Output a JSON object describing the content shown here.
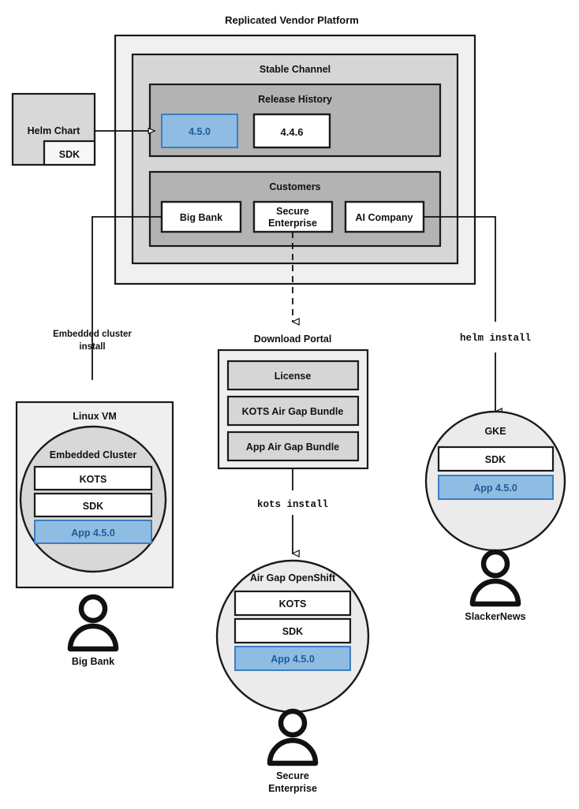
{
  "diagram": {
    "title": "Replicated Vendor Platform",
    "colors": {
      "outer_panel": "#f0f0f0",
      "channel_panel": "#d6d6d6",
      "section_panel": "#b3b3b3",
      "white_box": "#ffffff",
      "blue_fill": "#8fbce2",
      "blue_stroke": "#3b7ec0",
      "blue_text": "#1f5c96",
      "stroke": "#1a1a1a",
      "light_box": "#efefef",
      "circle_fill": "#ebebeb",
      "cluster_fill": "#d8d8d8",
      "portal_item": "#d6d6d6"
    },
    "platform": {
      "title": "Replicated Vendor Platform",
      "channel": {
        "title": "Stable Channel",
        "release_history": {
          "title": "Release History",
          "releases": [
            {
              "label": "4.5.0",
              "highlight": true
            },
            {
              "label": "4.4.6",
              "highlight": false
            }
          ]
        },
        "customers": {
          "title": "Customers",
          "items": [
            {
              "label": "Big Bank"
            },
            {
              "label": "Secure",
              "label2": "Enterprise"
            },
            {
              "label": "AI Company"
            }
          ]
        }
      }
    },
    "helm_chart": {
      "title": "Helm Chart",
      "sdk_label": "SDK"
    },
    "edge_labels": {
      "embedded_install_line1": "Embedded cluster",
      "embedded_install_line2": "install",
      "kots_install": "kots install",
      "helm_install": "helm install"
    },
    "download_portal": {
      "title": "Download Portal",
      "items": [
        "License",
        "KOTS Air Gap Bundle",
        "App Air Gap Bundle"
      ]
    },
    "targets": [
      {
        "id": "linux-vm",
        "outer_title": "Linux VM",
        "inner_title": "Embedded Cluster",
        "components": [
          {
            "label": "KOTS",
            "highlight": false
          },
          {
            "label": "SDK",
            "highlight": false
          },
          {
            "label": "App 4.5.0",
            "highlight": true
          }
        ],
        "actor": "Big Bank"
      },
      {
        "id": "air-gap-openshift",
        "outer_title": "",
        "inner_title": "Air Gap OpenShift",
        "components": [
          {
            "label": "KOTS",
            "highlight": false
          },
          {
            "label": "SDK",
            "highlight": false
          },
          {
            "label": "App 4.5.0",
            "highlight": true
          }
        ],
        "actor_line1": "Secure",
        "actor_line2": "Enterprise"
      },
      {
        "id": "gke",
        "outer_title": "",
        "inner_title": "GKE",
        "components": [
          {
            "label": "SDK",
            "highlight": false
          },
          {
            "label": "App 4.5.0",
            "highlight": true
          }
        ],
        "actor": "SlackerNews"
      }
    ]
  }
}
